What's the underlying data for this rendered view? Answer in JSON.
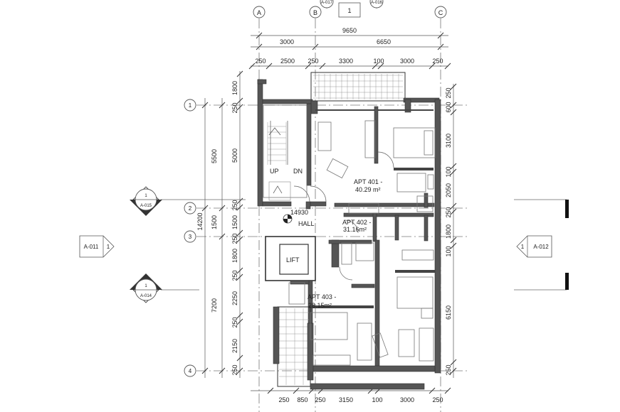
{
  "grid": {
    "columns": [
      "A",
      "B",
      "C"
    ],
    "rows": [
      "1",
      "2",
      "3",
      "4"
    ]
  },
  "top_markers": {
    "left_ref": "A-017",
    "center_label": "1",
    "right_ref": "A-016"
  },
  "dimensions": {
    "top_overall": "9650",
    "top_spans": [
      "3000",
      "6650"
    ],
    "top_detail": [
      "250",
      "2500",
      "250",
      "3300",
      "100",
      "3000",
      "250"
    ],
    "bottom_detail": [
      "250",
      "850",
      "250",
      "3150",
      "100",
      "3000",
      "250"
    ],
    "left_outer": [
      "5500",
      "14200",
      "7200"
    ],
    "left_mid": [
      "1500"
    ],
    "left_inner": [
      "1800",
      "250",
      "5000",
      "250",
      "1500",
      "250",
      "1800",
      "250",
      "2250",
      "250",
      "2150",
      "250"
    ],
    "right_inner": [
      "250",
      "600",
      "3100",
      "100",
      "2050",
      "250",
      "1800",
      "100",
      "6150",
      "250"
    ]
  },
  "section_markers": {
    "left_upper": {
      "number": "1",
      "ref": "A-015"
    },
    "left_lower": {
      "number": "1",
      "ref": "A-014"
    },
    "left_elev": {
      "ref": "A-011",
      "number": "1"
    },
    "right_elev": {
      "number": "1",
      "ref": "A-012"
    }
  },
  "rooms": {
    "apt401": {
      "name": "APT 401 -",
      "area": "40.29 m²"
    },
    "apt402": {
      "name": "APT 402 -",
      "area": "31.16m²"
    },
    "apt403": {
      "name": "APT 403 -",
      "area": "28.15m²"
    },
    "stair_up": "UP",
    "stair_dn": "DN",
    "lift": "LIFT",
    "hall": "HALL",
    "level": "14930"
  }
}
